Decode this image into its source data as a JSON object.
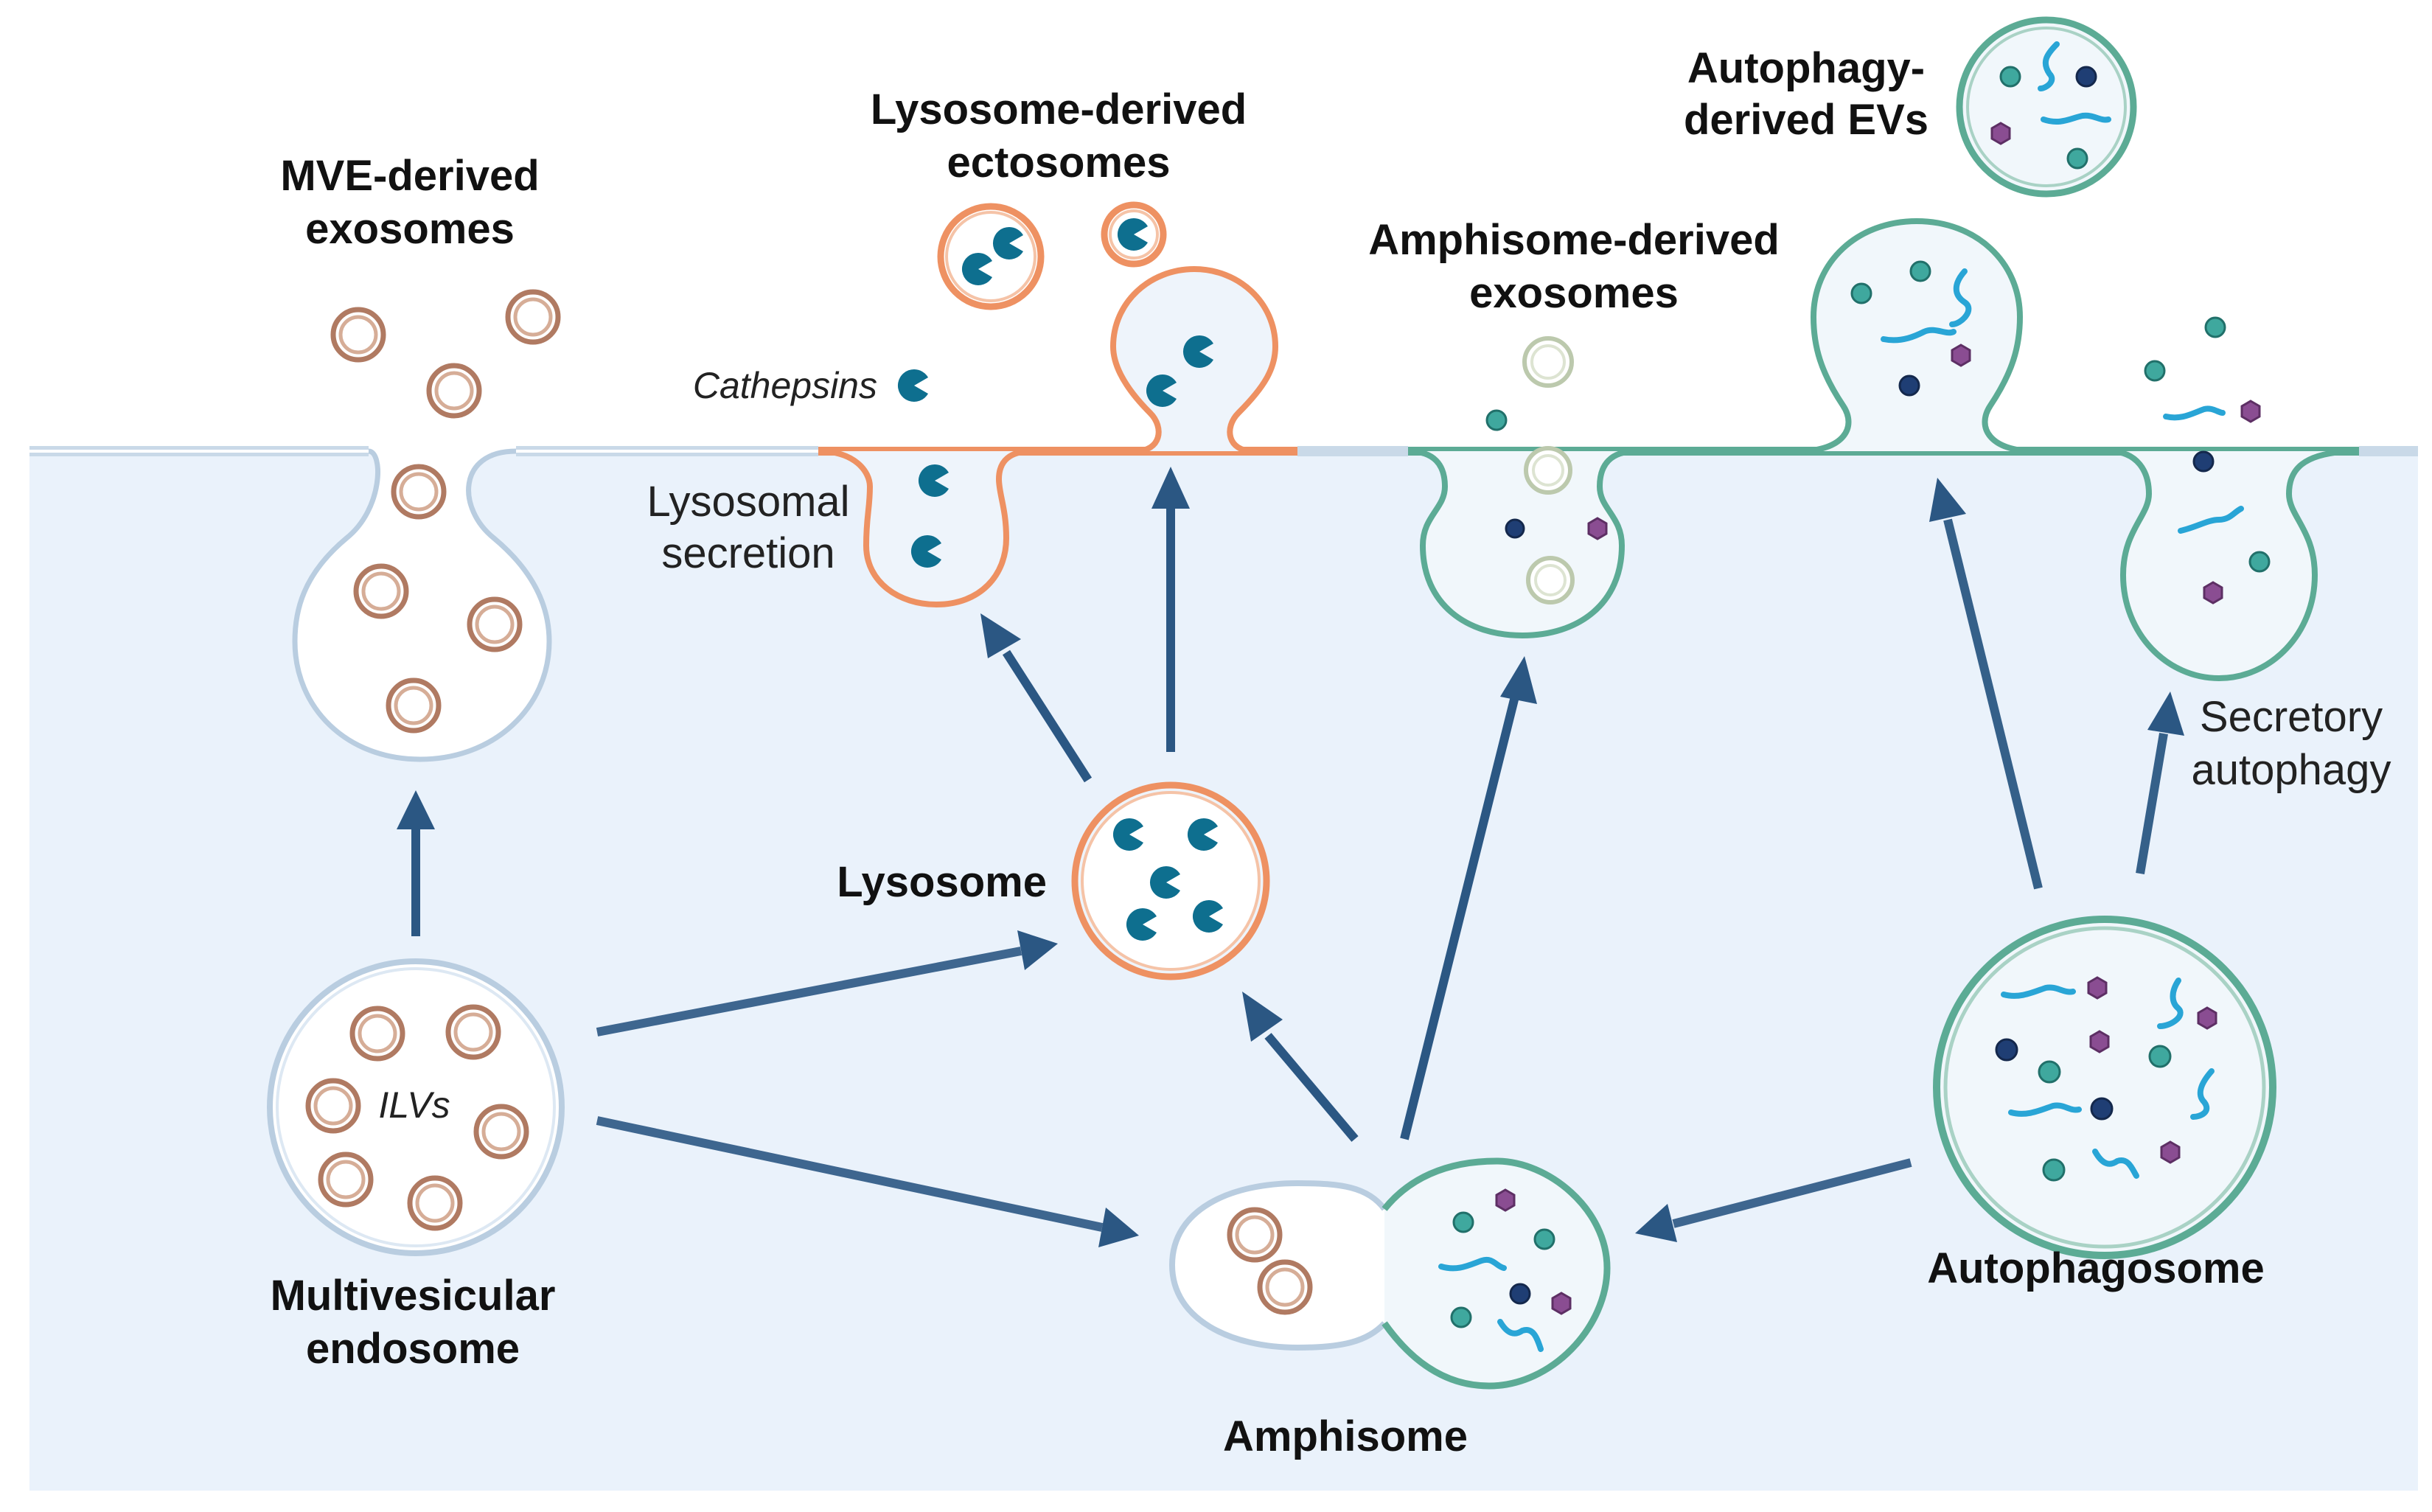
{
  "labels": {
    "mve_exosomes_line1": "MVE-derived",
    "mve_exosomes_line2": "exosomes",
    "lyso_ecto_line1": "Lysosome-derived",
    "lyso_ecto_line2": "ectosomes",
    "cathepsins": "Cathepsins",
    "lyso_secretion_line1": "Lysosomal",
    "lyso_secretion_line2": "secretion",
    "amphi_exo_line1": "Amphisome-derived",
    "amphi_exo_line2": "exosomes",
    "auto_evs_line1": "Autophagy-",
    "auto_evs_line2": "derived EVs",
    "secretory_line1": "Secretory",
    "secretory_line2": "autophagy",
    "lysosome": "Lysosome",
    "ilvs": "ILVs",
    "mve_line1": "Multivesicular",
    "mve_line2": "endosome",
    "amphisome": "Amphisome",
    "autophagosome": "Autophagosome"
  },
  "colors": {
    "cytoplasm": "#eaf2fb",
    "ilv_membrane": "#b07a62",
    "lysosome_membrane": "#ee9162",
    "autophagy_membrane": "#5cab95",
    "arrow": "#2b5783",
    "cathepsin": "#0e6f8f"
  }
}
